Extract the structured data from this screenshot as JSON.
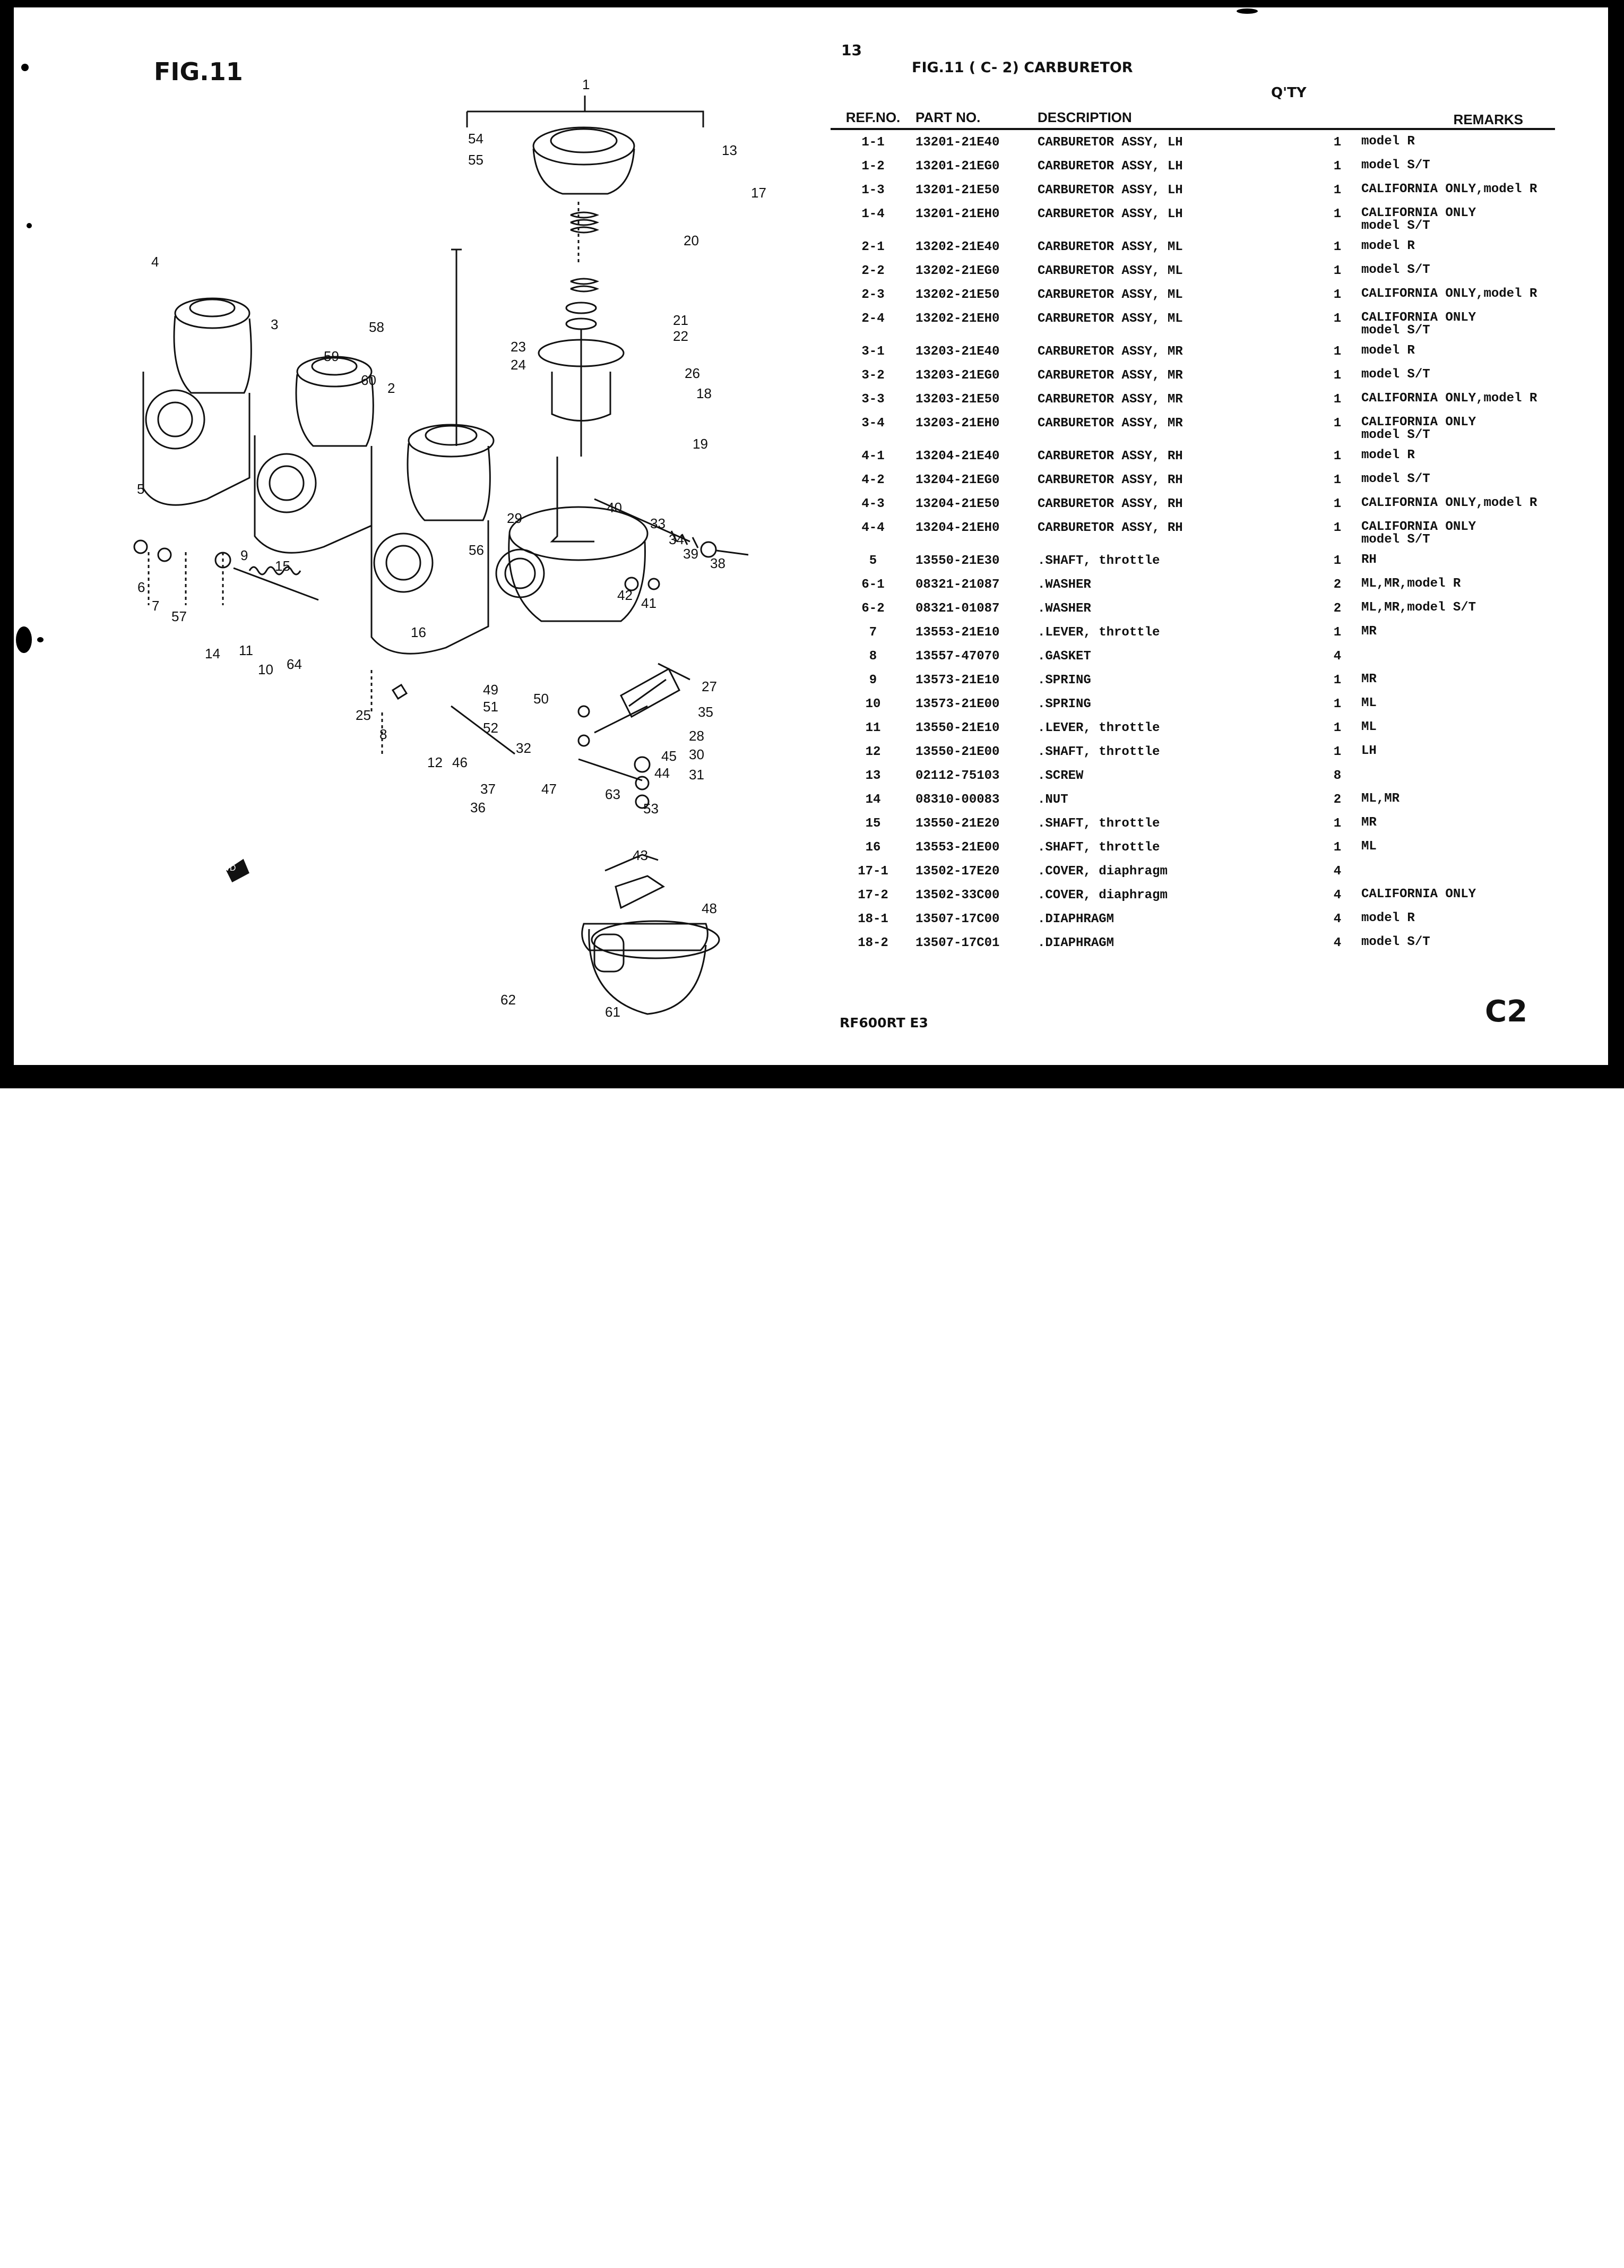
{
  "figure": {
    "fig_label": "FIG.11"
  },
  "header": {
    "page_number": "13",
    "title": "FIG.11 ( C- 2) CARBURETOR",
    "qty_label": "Q'TY"
  },
  "table": {
    "columns": {
      "ref": "REF.NO.",
      "part": "PART NO.",
      "desc": "DESCRIPTION",
      "remarks": "REMARKS"
    },
    "rows": [
      {
        "ref": "1-1",
        "part": "13201-21E40",
        "desc": "CARBURETOR ASSY, LH",
        "qty": "1",
        "remarks": "model R"
      },
      {
        "ref": "1-2",
        "part": "13201-21EG0",
        "desc": "CARBURETOR ASSY, LH",
        "qty": "1",
        "remarks": "model S/T"
      },
      {
        "ref": "1-3",
        "part": "13201-21E50",
        "desc": "CARBURETOR ASSY, LH",
        "qty": "1",
        "remarks": "CALIFORNIA ONLY,model R"
      },
      {
        "ref": "1-4",
        "part": "13201-21EH0",
        "desc": "CARBURETOR ASSY, LH",
        "qty": "1",
        "remarks": "CALIFORNIA ONLY",
        "remarks2": "model S/T"
      },
      {
        "ref": "2-1",
        "part": "13202-21E40",
        "desc": "CARBURETOR ASSY, ML",
        "qty": "1",
        "remarks": "model R"
      },
      {
        "ref": "2-2",
        "part": "13202-21EG0",
        "desc": "CARBURETOR ASSY, ML",
        "qty": "1",
        "remarks": "model S/T"
      },
      {
        "ref": "2-3",
        "part": "13202-21E50",
        "desc": "CARBURETOR ASSY, ML",
        "qty": "1",
        "remarks": "CALIFORNIA ONLY,model R"
      },
      {
        "ref": "2-4",
        "part": "13202-21EH0",
        "desc": "CARBURETOR ASSY, ML",
        "qty": "1",
        "remarks": "CALIFORNIA ONLY",
        "remarks2": "model S/T"
      },
      {
        "ref": "3-1",
        "part": "13203-21E40",
        "desc": "CARBURETOR ASSY, MR",
        "qty": "1",
        "remarks": "model R"
      },
      {
        "ref": "3-2",
        "part": "13203-21EG0",
        "desc": "CARBURETOR ASSY, MR",
        "qty": "1",
        "remarks": "model S/T"
      },
      {
        "ref": "3-3",
        "part": "13203-21E50",
        "desc": "CARBURETOR ASSY, MR",
        "qty": "1",
        "remarks": "CALIFORNIA ONLY,model R"
      },
      {
        "ref": "3-4",
        "part": "13203-21EH0",
        "desc": "CARBURETOR ASSY, MR",
        "qty": "1",
        "remarks": "CALIFORNIA ONLY",
        "remarks2": "model S/T"
      },
      {
        "ref": "4-1",
        "part": "13204-21E40",
        "desc": "CARBURETOR ASSY, RH",
        "qty": "1",
        "remarks": "model R"
      },
      {
        "ref": "4-2",
        "part": "13204-21EG0",
        "desc": "CARBURETOR ASSY, RH",
        "qty": "1",
        "remarks": "model S/T"
      },
      {
        "ref": "4-3",
        "part": "13204-21E50",
        "desc": "CARBURETOR ASSY, RH",
        "qty": "1",
        "remarks": "CALIFORNIA ONLY,model R"
      },
      {
        "ref": "4-4",
        "part": "13204-21EH0",
        "desc": "CARBURETOR ASSY, RH",
        "qty": "1",
        "remarks": "CALIFORNIA ONLY",
        "remarks2": "model S/T"
      },
      {
        "ref": "5",
        "part": "13550-21E30",
        "desc": ".SHAFT, throttle",
        "qty": "1",
        "remarks": "RH"
      },
      {
        "ref": "6-1",
        "part": "08321-21087",
        "desc": ".WASHER",
        "qty": "2",
        "remarks": "ML,MR,model R"
      },
      {
        "ref": "6-2",
        "part": "08321-01087",
        "desc": ".WASHER",
        "qty": "2",
        "remarks": "ML,MR,model S/T"
      },
      {
        "ref": "7",
        "part": "13553-21E10",
        "desc": ".LEVER, throttle",
        "qty": "1",
        "remarks": "MR"
      },
      {
        "ref": "8",
        "part": "13557-47070",
        "desc": ".GASKET",
        "qty": "4",
        "remarks": ""
      },
      {
        "ref": "9",
        "part": "13573-21E10",
        "desc": ".SPRING",
        "qty": "1",
        "remarks": "MR"
      },
      {
        "ref": "10",
        "part": "13573-21E00",
        "desc": ".SPRING",
        "qty": "1",
        "remarks": "ML"
      },
      {
        "ref": "11",
        "part": "13550-21E10",
        "desc": ".LEVER, throttle",
        "qty": "1",
        "remarks": "ML"
      },
      {
        "ref": "12",
        "part": "13550-21E00",
        "desc": ".SHAFT, throttle",
        "qty": "1",
        "remarks": "LH"
      },
      {
        "ref": "13",
        "part": "02112-75103",
        "desc": ".SCREW",
        "qty": "8",
        "remarks": ""
      },
      {
        "ref": "14",
        "part": "08310-00083",
        "desc": ".NUT",
        "qty": "2",
        "remarks": "ML,MR"
      },
      {
        "ref": "15",
        "part": "13550-21E20",
        "desc": ".SHAFT, throttle",
        "qty": "1",
        "remarks": "MR"
      },
      {
        "ref": "16",
        "part": "13553-21E00",
        "desc": ".SHAFT, throttle",
        "qty": "1",
        "remarks": "ML"
      },
      {
        "ref": "17-1",
        "part": "13502-17E20",
        "desc": ".COVER, diaphragm",
        "qty": "4",
        "remarks": ""
      },
      {
        "ref": "17-2",
        "part": "13502-33C00",
        "desc": ".COVER, diaphragm",
        "qty": "4",
        "remarks": "CALIFORNIA ONLY"
      },
      {
        "ref": "18-1",
        "part": "13507-17C00",
        "desc": ".DIAPHRAGM",
        "qty": "4",
        "remarks": "model R"
      },
      {
        "ref": "18-2",
        "part": "13507-17C01",
        "desc": ".DIAPHRAGM",
        "qty": "4",
        "remarks": "model S/T"
      }
    ]
  },
  "footer": {
    "model_code": "RF600RT E3",
    "section_code": "C2"
  },
  "callouts": [
    "1",
    "2",
    "3",
    "4",
    "5",
    "6",
    "7",
    "8",
    "9",
    "10",
    "11",
    "12",
    "13",
    "14",
    "15",
    "16",
    "17",
    "18",
    "19",
    "20",
    "21",
    "22",
    "23",
    "24",
    "25",
    "26",
    "27",
    "28",
    "29",
    "30",
    "31",
    "32",
    "33",
    "34",
    "35",
    "36",
    "37",
    "38",
    "39",
    "40",
    "41",
    "42",
    "43",
    "44",
    "45",
    "46",
    "47",
    "48",
    "49",
    "50",
    "51",
    "52",
    "53",
    "54",
    "55",
    "56",
    "57",
    "58",
    "59",
    "60",
    "61",
    "62",
    "63",
    "64",
    "FWD"
  ]
}
